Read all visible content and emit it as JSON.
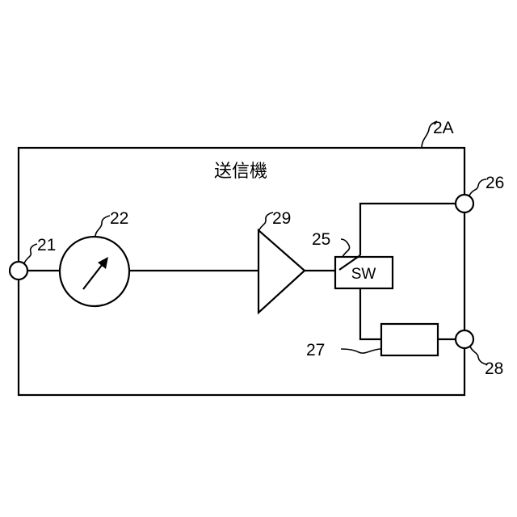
{
  "diagram": {
    "title": "送信機",
    "switch_label": "SW",
    "refs": {
      "device": "2A",
      "input_terminal": "21",
      "meter": "22",
      "amplifier": "29",
      "switch": "25",
      "output_terminal_top": "26",
      "load": "27",
      "output_terminal_bottom": "28"
    }
  }
}
